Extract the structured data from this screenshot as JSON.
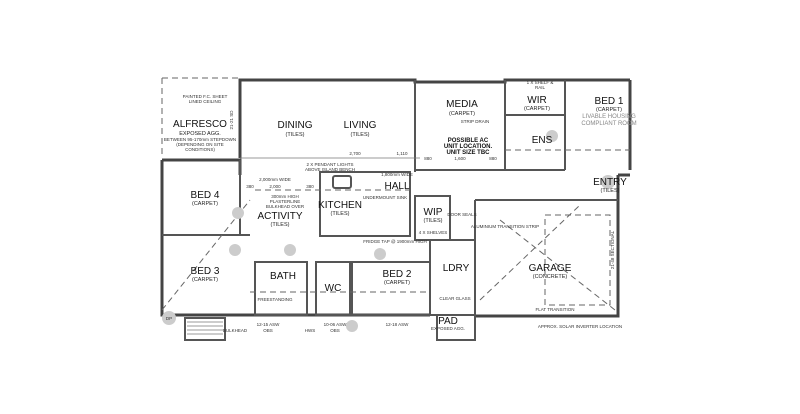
{
  "rooms": {
    "alfresco": {
      "name": "ALFRESCO",
      "sub": "EXPOSED AGG.",
      "note1": "BETWEEN 95-170mm STEPDOWN",
      "note2": "(DEPENDING ON SITE",
      "note3": "CONDITIONS)",
      "ceiling1": "PAINTED F.C. SHEET",
      "ceiling2": "LINED CEILING"
    },
    "dining": {
      "name": "DINING",
      "sub": "(TILES)"
    },
    "living": {
      "name": "LIVING",
      "sub": "(TILES)"
    },
    "media": {
      "name": "MEDIA",
      "sub": "(CARPET)"
    },
    "wir": {
      "name": "WIR",
      "sub": "(CARPET)",
      "note1": "1 X SHELF &",
      "note2": "RAIL"
    },
    "bed1": {
      "name": "BED 1",
      "sub": "(CARPET)",
      "note1": "LIVABLE HOUSING",
      "note2": "COMPLIANT ROOM"
    },
    "ens": {
      "name": "ENS"
    },
    "hall": {
      "name": "HALL"
    },
    "entry": {
      "name": "ENTRY",
      "sub": "(TILES)"
    },
    "bed4": {
      "name": "BED 4",
      "sub": "(CARPET)"
    },
    "activity": {
      "name": "ACTIVITY",
      "sub": "(TILES)"
    },
    "kitchen": {
      "name": "KITCHEN",
      "sub": "(TILES)"
    },
    "wip": {
      "name": "WIP",
      "sub": "(TILES)",
      "note": "4 X SHELVES"
    },
    "bed3": {
      "name": "BED 3",
      "sub": "(CARPET)"
    },
    "bath": {
      "name": "BATH",
      "note": "FREESTANDING"
    },
    "wc": {
      "name": "WC"
    },
    "bed2": {
      "name": "BED 2",
      "sub": "(CARPET)"
    },
    "ldry": {
      "name": "LDRY"
    },
    "garage": {
      "name": "GARAGE",
      "sub": "(CONCRETE)"
    },
    "pad": {
      "name": "PAD",
      "sub": "EXPOSED AGG."
    }
  },
  "notes": {
    "ac1": "POSSIBLE AC",
    "ac2": "UNIT LOCATION.",
    "ac3": "UNIT SIZE TBC",
    "strip_drain": "STRIP DRAIN",
    "pendant1": "2 X PENDANT LIGHTS",
    "pendant2": "ABOVE ISLAND BENCH",
    "bulkhead1": "300mm HIGH",
    "bulkhead2": "PLASTERLINE",
    "bulkhead3": "BULKHEAD OVER",
    "undermount": "UNDERMOUNT SINK",
    "fridge": "FRIDGE TAP @ 1900mm HIGH",
    "door_seals": "DOOR SEALS",
    "aluminium": "ALUMINIUM TRANSITION STRIP",
    "flat": "FLAT TRANSITION",
    "solar": "APPROX. SOLAR INVERTER LOCATION",
    "sectional": "21-48 SECTIONAL",
    "alfresco_sd": "21-21 SD",
    "bulkhead": "BULKHEAD",
    "hws": "HWS",
    "dp": "DP",
    "wide1": "2,000mm WIDE",
    "wide2": "1,800mm WIDE",
    "window1": "12-15 ASW",
    "window2": "10-06 ASW",
    "window3": "12-18 ASW",
    "obs": "OBS",
    "clear_glass": "CLEAR GLASS"
  },
  "dimensions": {
    "d2700": "2,700",
    "d1110": "1,110",
    "d880": "880",
    "d1600": "1,600",
    "d2000": "2,000",
    "d380": "380"
  }
}
